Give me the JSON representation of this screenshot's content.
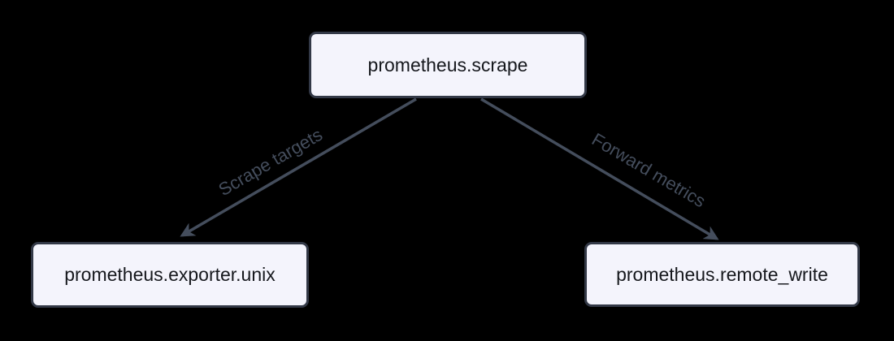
{
  "diagram": {
    "nodes": [
      {
        "id": "prometheus-scrape",
        "label": "prometheus.scrape"
      },
      {
        "id": "prometheus-exporter-unix",
        "label": "prometheus.exporter.unix"
      },
      {
        "id": "prometheus-remote-write",
        "label": "prometheus.remote_write"
      }
    ],
    "edges": [
      {
        "from": "prometheus.scrape",
        "to": "prometheus.exporter.unix",
        "label": "Scrape targets"
      },
      {
        "from": "prometheus.scrape",
        "to": "prometheus.remote_write",
        "label": "Forward metrics"
      }
    ]
  },
  "colors": {
    "background": "#000000",
    "node-fill": "#f4f4fc",
    "node-border": "#333947",
    "node-text": "#16181d",
    "edge": "#444d5c"
  }
}
